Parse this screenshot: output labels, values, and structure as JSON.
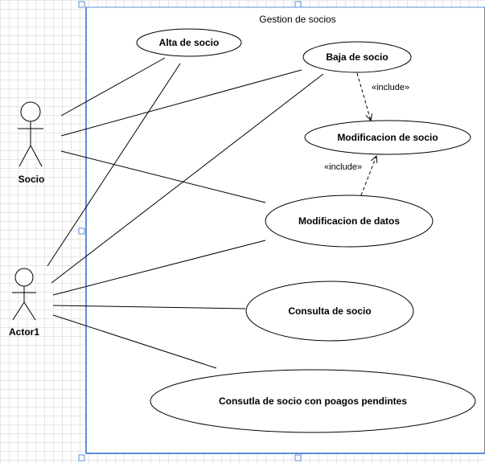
{
  "system": {
    "title": "Gestion de socios"
  },
  "actors": [
    {
      "id": "socio",
      "label": "Socio"
    },
    {
      "id": "actor1",
      "label": "Actor1"
    }
  ],
  "use_cases": [
    {
      "id": "alta",
      "label": "Alta de socio"
    },
    {
      "id": "baja",
      "label": "Baja de socio"
    },
    {
      "id": "modsocio",
      "label": "Modificacion de socio"
    },
    {
      "id": "moddatos",
      "label": "Modificacion de datos"
    },
    {
      "id": "consulta",
      "label": "Consulta de socio"
    },
    {
      "id": "consultapend",
      "label": "Consutla de socio con poagos pendintes"
    }
  ],
  "associations": [
    {
      "actor": "socio",
      "use_case": "alta"
    },
    {
      "actor": "socio",
      "use_case": "baja"
    },
    {
      "actor": "socio",
      "use_case": "moddatos"
    },
    {
      "actor": "actor1",
      "use_case": "alta"
    },
    {
      "actor": "actor1",
      "use_case": "baja"
    },
    {
      "actor": "actor1",
      "use_case": "moddatos"
    },
    {
      "actor": "actor1",
      "use_case": "consulta"
    },
    {
      "actor": "actor1",
      "use_case": "consultapend"
    }
  ],
  "includes": [
    {
      "from": "baja",
      "to": "modsocio",
      "label": "«include»"
    },
    {
      "from": "moddatos",
      "to": "modsocio",
      "label": "«include»"
    }
  ]
}
